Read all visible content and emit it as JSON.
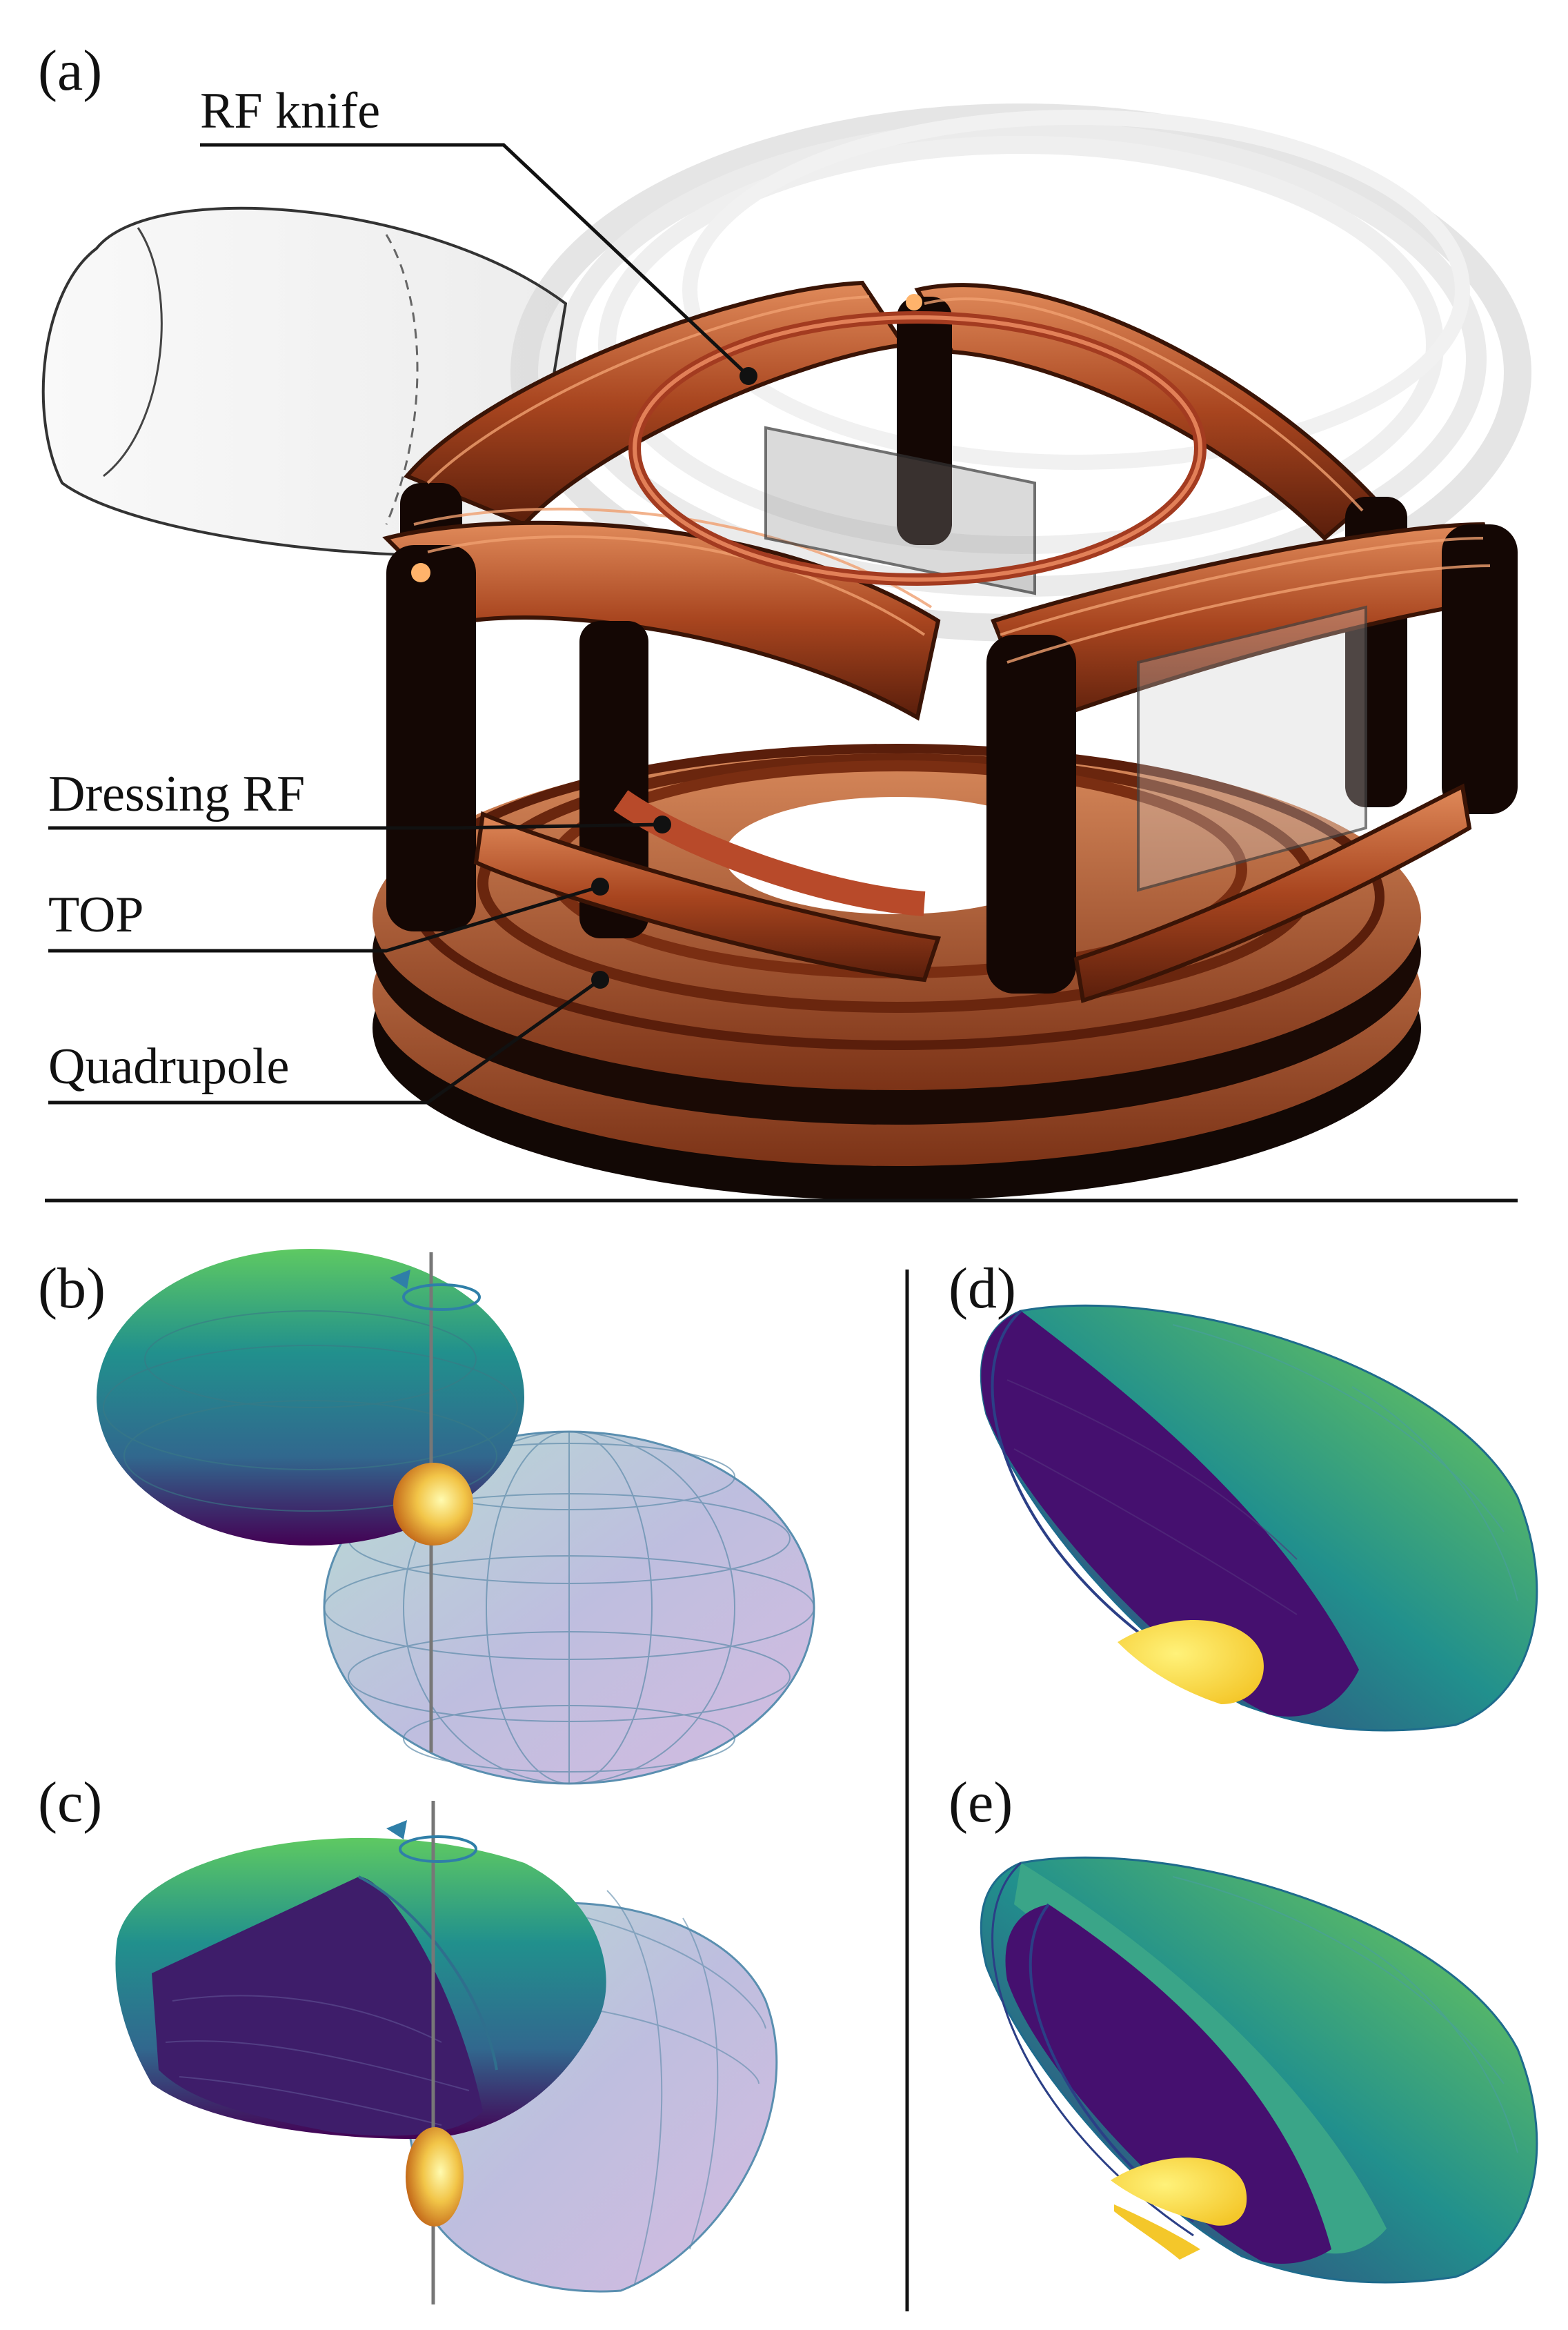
{
  "panels": {
    "a": "(a)",
    "b": "(b)",
    "c": "(c)",
    "d": "(d)",
    "e": "(e)"
  },
  "callouts": {
    "rf_knife": "RF knife",
    "dressing_rf": "Dressing RF",
    "top": "TOP",
    "quadrupole": "Quadrupole"
  },
  "colors": {
    "copper": "#b5532a",
    "copper_dark": "#1a0a05",
    "viridis_purple": "#440154",
    "viridis_blue": "#31688e",
    "viridis_teal": "#21908d",
    "viridis_green": "#5ec962",
    "viridis_yellow": "#fde725",
    "shell_violet": "#b8a4d6",
    "axis_gray": "#777777"
  }
}
